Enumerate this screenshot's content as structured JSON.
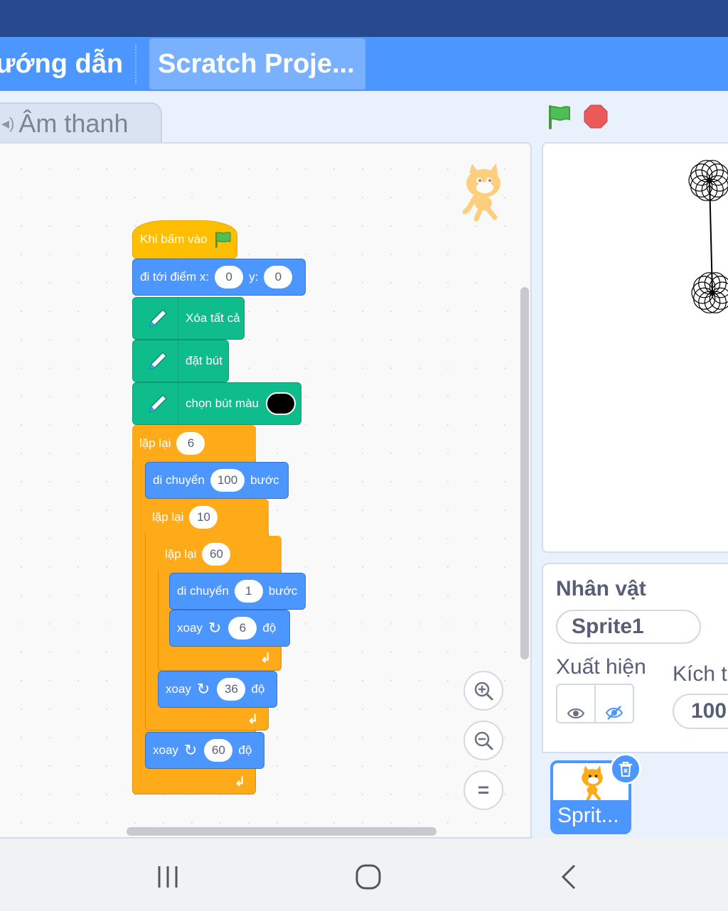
{
  "menu": {
    "tutorials_label": "ướng dẫn",
    "project_title": "Scratch Proje..."
  },
  "tabs": {
    "sounds_label": "Âm thanh"
  },
  "colors": {
    "menu_blue": "#4c97ff",
    "status_bar": "#274a8e",
    "events": "#ffbf00",
    "motion": "#4c97ff",
    "pen": "#0fbd8c",
    "control": "#ffab19",
    "stop_red": "#ec5959",
    "flag_green": "#4cbf56"
  },
  "script": {
    "hat": {
      "label": "Khi bấm vào"
    },
    "goto": {
      "label": "đi tới điểm x:",
      "x": "0",
      "y_label": "y:",
      "y": "0"
    },
    "clear": {
      "label": "Xóa tất cả"
    },
    "pen_down": {
      "label": "đặt bút"
    },
    "set_color": {
      "label": "chọn bút màu",
      "color": "#000000"
    },
    "repeat_outer": {
      "label": "lặp lại",
      "count": "6"
    },
    "move_outer": {
      "label": "di chuyển",
      "steps": "100",
      "unit": "bước"
    },
    "repeat_middle": {
      "label": "lặp lại",
      "count": "10"
    },
    "repeat_inner": {
      "label": "lặp lại",
      "count": "60"
    },
    "move_inner": {
      "label": "di chuyển",
      "steps": "1",
      "unit": "bước"
    },
    "turn_inner": {
      "label": "xoay",
      "degrees": "6",
      "unit": "độ"
    },
    "turn_middle": {
      "label": "xoay",
      "degrees": "36",
      "unit": "độ"
    },
    "turn_outer": {
      "label": "xoay",
      "degrees": "60",
      "unit": "độ"
    }
  },
  "icons": {
    "green_flag": "green-flag-icon",
    "stop": "stop-sign-icon",
    "zoom_in": "zoom-in-icon",
    "zoom_out": "zoom-out-icon",
    "zoom_reset": "zoom-reset-icon",
    "pen": "pen-icon",
    "rotate_cw": "rotate-clockwise-icon",
    "show": "eye-icon",
    "hide": "eye-slash-icon",
    "delete": "trash-icon"
  },
  "zoom": {
    "reset_symbol": "="
  },
  "sprite_pane": {
    "sprite_label": "Nhân vật",
    "sprite_name": "Sprite1",
    "show_label": "Xuất hiện",
    "size_label": "Kích t",
    "size_value": "100",
    "tile_label": "Sprit..."
  }
}
